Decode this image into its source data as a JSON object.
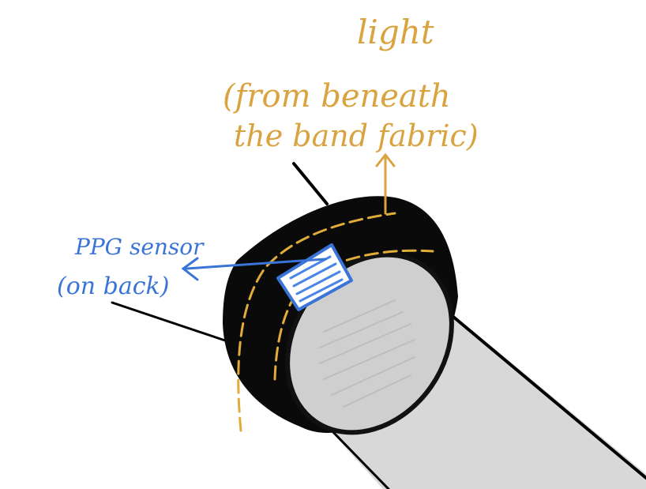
{
  "labels": {
    "light": {
      "lines": [
        "light",
        "(from beneath",
        "the band fabric)"
      ],
      "color": "#d9a440"
    },
    "sensor": {
      "lines": [
        "PPG sensor",
        "(on back)"
      ],
      "color": "#3a74d6"
    }
  },
  "colors": {
    "band": "#0a0a0a",
    "stitching": "#e0ac3a",
    "sensor_patch": "#4a86e8",
    "limb": "#d8d8d8",
    "outline": "#000000"
  }
}
